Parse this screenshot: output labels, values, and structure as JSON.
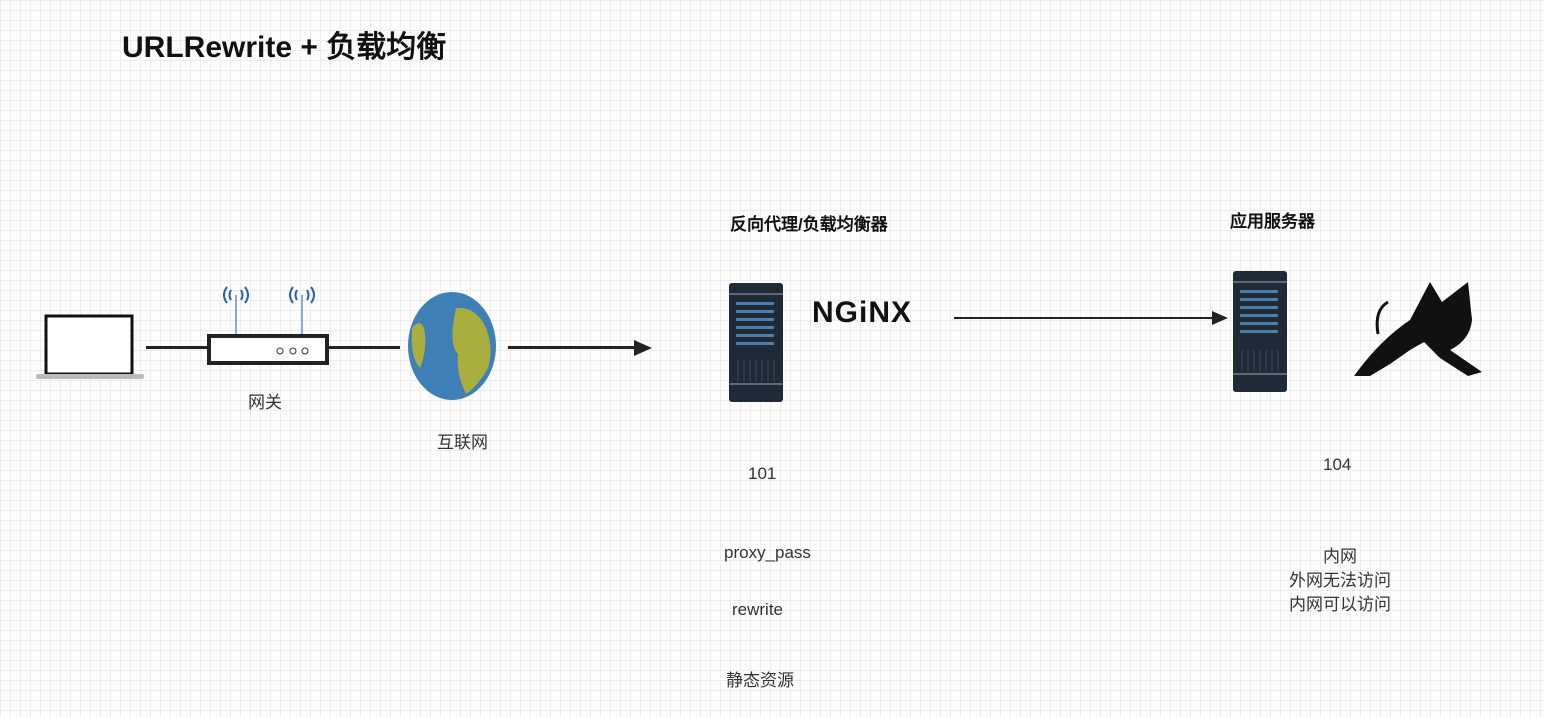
{
  "title": "URLRewrite + 负载均衡",
  "nodes": {
    "gateway_label": "网关",
    "internet_label": "互联网",
    "proxy_header": "反向代理/负载均衡器",
    "nginx_logo": "NGiNX",
    "proxy_ip": "101",
    "proxy_features": [
      "proxy_pass",
      "rewrite",
      "静态资源"
    ],
    "app_header": "应用服务器",
    "app_ip": "104",
    "app_notes": [
      "内网",
      "外网无法访问",
      "内网可以访问"
    ]
  }
}
